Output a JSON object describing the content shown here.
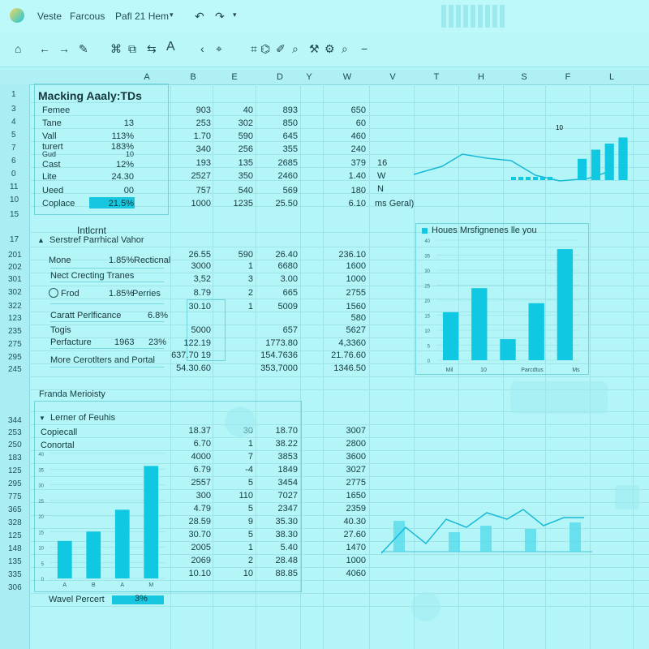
{
  "titlebar": {
    "file_name": "Veste",
    "menu_1": "Farcous",
    "menu_2": "Pafl 21 Hem"
  },
  "colors": {
    "accent": "#11c8e3",
    "grid": "#9fe4e9",
    "background": "#b4f6f8"
  },
  "columns": [
    "A",
    "B",
    "E",
    "D",
    "Y",
    "W",
    "V",
    "T",
    "H",
    "S",
    "F",
    "L"
  ],
  "rows": [
    "1",
    "3",
    "4",
    "5",
    "7",
    "6",
    "0",
    "11",
    "10",
    "15",
    "17",
    "201",
    "202",
    "301",
    "302",
    "322",
    "123",
    "235",
    "275",
    "295",
    "245",
    "344",
    "253",
    "250",
    "183",
    "125",
    "295",
    "775",
    "365",
    "328",
    "125",
    "148",
    "135",
    "335",
    "306"
  ],
  "block1": {
    "title": "Macking Aaaly:TDs",
    "rows": [
      {
        "label": "Femee",
        "pct": "",
        "b": "903",
        "e": "40",
        "d": "893",
        "w": "650"
      },
      {
        "label": "Tane",
        "pct": "13",
        "b": "253",
        "e": "302",
        "d": "850",
        "w": "60"
      },
      {
        "label": "Vall",
        "pct": "113%",
        "b": "1.70",
        "e": "590",
        "d": "645",
        "w": "460"
      },
      {
        "label": "turert",
        "pct": "183%",
        "b": "340",
        "e": "256",
        "d": "355",
        "w": "240"
      },
      {
        "label": "Gud",
        "pct": "10",
        "b": "",
        "e": "",
        "d": "",
        "w": ""
      },
      {
        "label": "Cast",
        "pct": "12%",
        "b": "193",
        "e": "135",
        "d": "2685",
        "w": "379"
      },
      {
        "label": "Lite",
        "pct": "24.30",
        "b": "2527",
        "e": "350",
        "d": "2460",
        "w": "1.40"
      },
      {
        "label": "Ueed",
        "pct": "00",
        "b": "757",
        "e": "540",
        "d": "569",
        "w": "180"
      },
      {
        "label": "Coplace",
        "pct": "21.5%",
        "b": "1000",
        "e": "1235",
        "d": "25.50",
        "w": "6.10"
      }
    ],
    "extra_labels": [
      "16",
      "W",
      "N"
    ],
    "footer_label": "ms Geral)",
    "row16_label": "Intlcrnt"
  },
  "block2": {
    "title": "Serstref Parrhical Vahor",
    "rows": [
      {
        "label": "Mone",
        "pct": "1.85%",
        "extra": "Recticnal",
        "b": "26.55",
        "e": "590",
        "d": "26.40",
        "w": "236.10"
      },
      {
        "label": "Nect Crecting Tranes",
        "pct": "",
        "extra": "",
        "b": "3000",
        "e": "1",
        "d": "6680",
        "w": "1600"
      },
      {
        "label": "",
        "pct": "",
        "extra": "",
        "b": "3,52",
        "e": "3",
        "d": "3.00",
        "w": "1000"
      },
      {
        "label": "Frod",
        "pct": "1.85%",
        "extra": "Perries",
        "b": "8.79",
        "e": "2",
        "d": "665",
        "w": "2755"
      },
      {
        "label": "",
        "pct": "",
        "extra": "",
        "b": "30.10",
        "e": "1",
        "d": "5009",
        "w": "1560"
      },
      {
        "label": "Caratt Perlficance",
        "pct": "6.8%",
        "extra": "",
        "b": "",
        "e": "",
        "d": "",
        "w": "580"
      },
      {
        "label": "Togis",
        "pct": "",
        "extra": "",
        "b": "5000",
        "e": "",
        "d": "657",
        "w": "5627"
      },
      {
        "label": "Perfacture",
        "pct": "1963",
        "extra": "23%",
        "b": "122.19",
        "e": "",
        "d": "1773.80",
        "w": "4,3360"
      },
      {
        "label": "",
        "pct": "",
        "extra": "",
        "b": "637.70 19",
        "e": "",
        "d": "154.7636",
        "w": "21.76.60"
      },
      {
        "label": "More Cerotlters and Portal",
        "pct": "",
        "extra": "",
        "b": "54.30.60",
        "e": "",
        "d": "353,7000",
        "w": "1346.50"
      }
    ]
  },
  "block3": {
    "section_title": "Franda Merioisty",
    "title": "Lerner of Feuhis",
    "labels": [
      "Copiecall",
      "Conortal"
    ],
    "rows": [
      {
        "b": "18.37",
        "e": "30",
        "d": "18.70",
        "w": "3007"
      },
      {
        "b": "6.70",
        "e": "1",
        "d": "38.22",
        "w": "2800"
      },
      {
        "b": "4000",
        "e": "7",
        "d": "3853",
        "w": "3600"
      },
      {
        "b": "6.79",
        "e": "-4",
        "d": "1849",
        "w": "3027"
      },
      {
        "b": "2557",
        "e": "5",
        "d": "3454",
        "w": "2775"
      },
      {
        "b": "300",
        "e": "110",
        "d": "7027",
        "w": "1650"
      },
      {
        "b": "4.79",
        "e": "5",
        "d": "2347",
        "w": "2359"
      },
      {
        "b": "28.59",
        "e": "9",
        "d": "35.30",
        "w": "40.30"
      },
      {
        "b": "30.70",
        "e": "5",
        "d": "38.30",
        "w": "27.60"
      },
      {
        "b": "2005",
        "e": "1",
        "d": "5.40",
        "w": "1470"
      },
      {
        "b": "2069",
        "e": "2",
        "d": "28.48",
        "w": "1000"
      },
      {
        "b": "10.10",
        "e": "10",
        "d": "88.85",
        "w": "4060"
      }
    ],
    "chart_footer_label": "Wavel Percert",
    "chart_footer_value": "3%"
  },
  "chart_data": [
    {
      "type": "bar",
      "title": "Houes Mrsfignenes lle you",
      "categories": [
        "Mil",
        "10",
        "Parcdtus",
        "Ms"
      ],
      "values": [
        16,
        24,
        7,
        19,
        37
      ],
      "ylim": [
        0,
        40
      ],
      "grid": "on"
    },
    {
      "type": "bar",
      "title": "",
      "categories": [
        "A",
        "B",
        "A",
        "M"
      ],
      "values": [
        12,
        15,
        22,
        36
      ],
      "ylim": [
        0,
        40
      ],
      "grid": "on"
    },
    {
      "type": "bar",
      "title": "",
      "categories": [
        "",
        "",
        "",
        "",
        "",
        "",
        ""
      ],
      "values": [
        7,
        10,
        12,
        14
      ],
      "ylim": [
        0,
        16
      ],
      "grid": "off"
    }
  ]
}
